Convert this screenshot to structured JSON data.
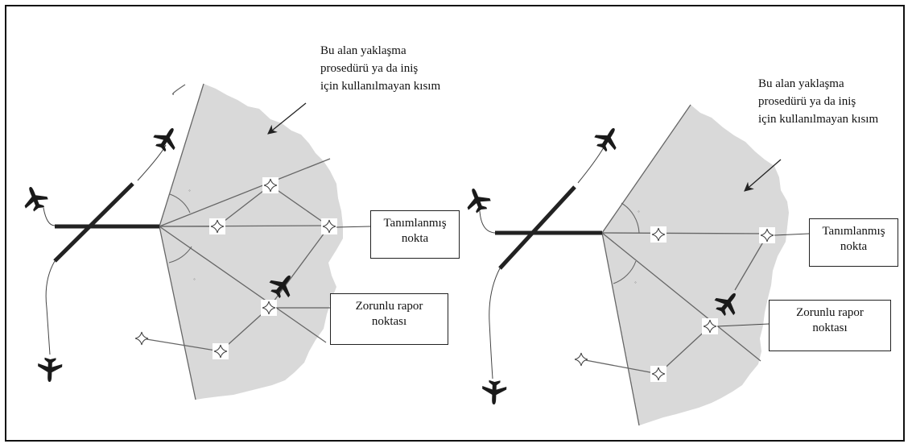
{
  "colors": {
    "shaded_area": "#d9d9d9",
    "line": "#555555",
    "runway": "#222222",
    "aircraft": "#1a1a1a"
  },
  "panels": [
    {
      "area_note": [
        "Bu alan yaklaşma",
        "prosedürü ya da iniş",
        "için kullanılmayan kısım"
      ],
      "defined_point_label": [
        "Tanımlanmış",
        "nokta"
      ],
      "mandatory_report_label": [
        "Zorunlu rapor",
        "noktası"
      ]
    },
    {
      "area_note": [
        "Bu alan yaklaşma",
        "prosedürü ya da iniş",
        "için kullanılmayan kısım"
      ],
      "defined_point_label": [
        "Tanımlanmış",
        "nokta"
      ],
      "mandatory_report_label": [
        "Zorunlu rapor",
        "noktası"
      ]
    }
  ],
  "icons": {
    "waypoint": "waypoint-star-icon",
    "aircraft": "airplane-icon"
  }
}
